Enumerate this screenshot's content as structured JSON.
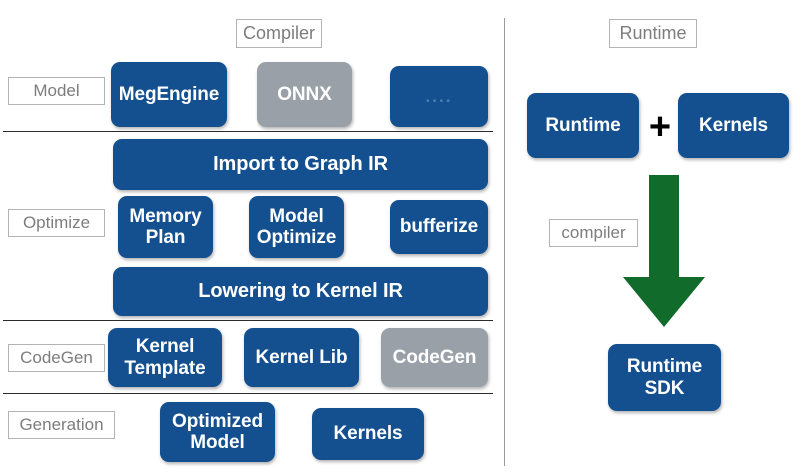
{
  "diagram": {
    "title_left": "Compiler",
    "title_right": "Runtime",
    "colors": {
      "blue": "#14508f",
      "gray": "#9aa0a8",
      "green": "#116b2a",
      "label_text": "#7d7d7d",
      "label_border": "#b3b3b3",
      "separator": "#2b2b2b"
    }
  },
  "left_panel": {
    "header": "Compiler",
    "stages": [
      {
        "label": "Model"
      },
      {
        "label": "Optimize"
      },
      {
        "label": "CodeGen"
      },
      {
        "label": "Generation"
      }
    ],
    "nodes": {
      "megengine": "MegEngine",
      "onnx": "ONNX",
      "etc": "....",
      "import_graph_ir": "Import to Graph IR",
      "memory_plan": "Memory\nPlan",
      "model_optimize": "Model\nOptimize",
      "bufferize": "bufferize",
      "lowering_kernel_ir": "Lowering to Kernel IR",
      "kernel_template": "Kernel\nTemplate",
      "kernel_lib": "Kernel Lib",
      "codegen": "CodeGen",
      "optimized_model": "Optimized\nModel",
      "kernels": "Kernels"
    }
  },
  "right_panel": {
    "header": "Runtime",
    "nodes": {
      "runtime": "Runtime",
      "plus": "+",
      "kernels": "Kernels",
      "compiler_label": "compiler",
      "runtime_sdk": "Runtime\nSDK"
    }
  }
}
